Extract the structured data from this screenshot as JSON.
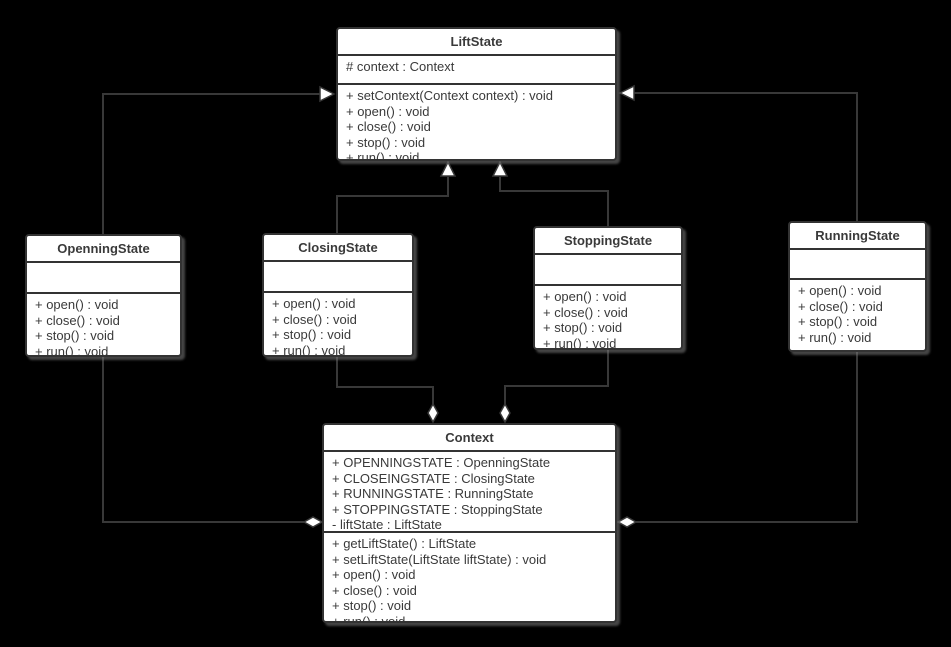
{
  "colors": {
    "background": "#000000",
    "box_fill": "#ffffff",
    "box_border": "#333333",
    "connector_line": "#383838",
    "text": "#3a3a3a"
  },
  "classes": {
    "liftstate": {
      "name": "LiftState",
      "attributes": [
        "# context : Context"
      ],
      "methods": [
        "+ setContext(Context context) : void",
        "+ open() : void",
        "+ close() : void",
        "+ stop() : void",
        "+ run() : void"
      ]
    },
    "openningstate": {
      "name": "OpenningState",
      "attributes": [],
      "methods": [
        "+ open() : void",
        "+ close() : void",
        "+ stop() : void",
        "+ run() : void"
      ]
    },
    "closingstate": {
      "name": "ClosingState",
      "attributes": [],
      "methods": [
        "+ open() : void",
        "+ close() : void",
        "+ stop() : void",
        "+ run() : void"
      ]
    },
    "stoppingstate": {
      "name": "StoppingState",
      "attributes": [],
      "methods": [
        "+ open() : void",
        "+ close() : void",
        "+ stop() : void",
        "+ run() : void"
      ]
    },
    "runningstate": {
      "name": "RunningState",
      "attributes": [],
      "methods": [
        "+ open() : void",
        "+ close() : void",
        "+ stop() : void",
        "+ run() : void"
      ]
    },
    "context": {
      "name": "Context",
      "attributes": [
        "+ OPENNINGSTATE : OpenningState",
        "+ CLOSEINGSTATE : ClosingState",
        "+ RUNNINGSTATE : RunningState",
        "+ STOPPINGSTATE : StoppingState",
        "- liftState : LiftState"
      ],
      "methods": [
        "+ getLiftState() : LiftState",
        "+ setLiftState(LiftState liftState) : void",
        "+ open() : void",
        "+ close() : void",
        "+ stop() : void",
        "+ run() : void"
      ]
    }
  },
  "relationships": [
    {
      "from": "OpenningState",
      "to": "LiftState",
      "type": "generalization"
    },
    {
      "from": "ClosingState",
      "to": "LiftState",
      "type": "generalization"
    },
    {
      "from": "StoppingState",
      "to": "LiftState",
      "type": "generalization"
    },
    {
      "from": "RunningState",
      "to": "LiftState",
      "type": "generalization"
    },
    {
      "from": "OpenningState",
      "to": "Context",
      "type": "aggregation"
    },
    {
      "from": "ClosingState",
      "to": "Context",
      "type": "aggregation"
    },
    {
      "from": "StoppingState",
      "to": "Context",
      "type": "aggregation"
    },
    {
      "from": "RunningState",
      "to": "Context",
      "type": "aggregation"
    }
  ]
}
